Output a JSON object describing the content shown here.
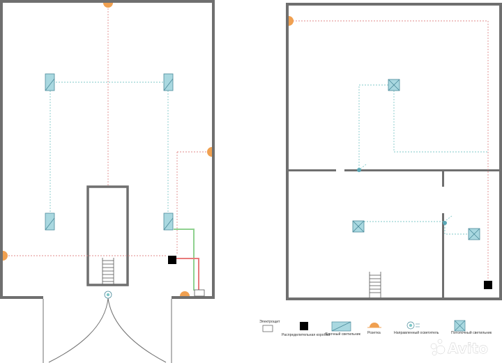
{
  "legend": {
    "panel_label": "Электрощит",
    "junction_box_label": "Распределительная коробка",
    "block_light_label": "Блочный светильник",
    "socket_label": "Розетка",
    "directional_light_label": "Направленный осветитель",
    "ceiling_light_label": "Потолочный светильник"
  },
  "watermark": {
    "text": "Avito"
  },
  "colors": {
    "wall": "#6f6f6f",
    "lighting_wire": "#7fc8c8",
    "socket_wire": "#e08a8a",
    "feed_wire_green": "#8fd18f",
    "feed_wire_red": "#e87a7a",
    "fixture_fill": "#a9d8e0",
    "fixture_stroke": "#4a8a9a",
    "socket": "#f0a050",
    "junction_box": "#000000"
  },
  "icons": {
    "junction_box": "filled-square-icon",
    "block_light": "rectangle-with-diagonal-icon",
    "socket": "half-circle-icon",
    "directional_light": "concentric-circle-icon",
    "ceiling_light": "square-with-x-icon",
    "panel": "outlined-rectangle-icon"
  }
}
